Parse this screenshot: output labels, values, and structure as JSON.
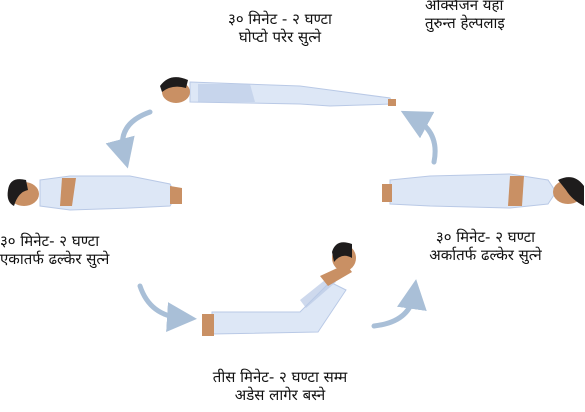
{
  "captions": {
    "top": {
      "line1": "३० मिनेट - २ घण्टा",
      "line2": "घोप्टो परेर सुत्ने"
    },
    "left": {
      "line1": "३० मिनेट- २ घण्टा",
      "line2": "एकातर्फ ढल्केर सुत्ने"
    },
    "right": {
      "line1": "३० मिनेट- २ घण्टा",
      "line2": "अर्कातर्फ ढल्केर सुत्ने"
    },
    "bottom": {
      "line1": "तीस मिनेट- २ घण्टा सम्म",
      "line2": "अडेस लागेर बस्ने"
    },
    "corner": {
      "line1": "अक्सिजन यहाँ",
      "line2": "तुरुन्त हेल्पलाइ"
    }
  },
  "colors": {
    "gown": "#dde7f6",
    "gown_shadow": "#b9c9e6",
    "skin": "#c99064",
    "hair": "#1e1c1c",
    "arrow": "#a9bfd7"
  }
}
